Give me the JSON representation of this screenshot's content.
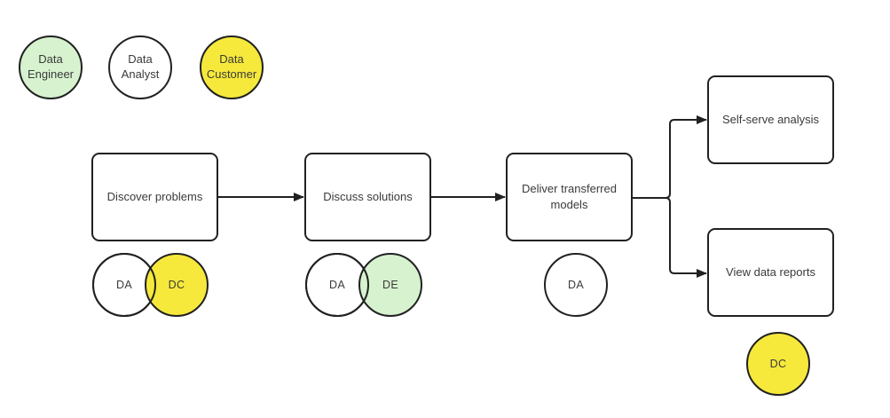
{
  "legend": {
    "engineer": "Data Engineer",
    "analyst": "Data Analyst",
    "customer": "Data Customer"
  },
  "flow": {
    "discover": "Discover problems",
    "discuss": "Discuss solutions",
    "deliver": "Deliver transferred models",
    "self_serve": "Self-serve analysis",
    "view_reports": "View data reports"
  },
  "roles": {
    "discover_analyst": "DA",
    "discover_customer": "DC",
    "discuss_analyst": "DA",
    "discuss_engineer": "DE",
    "deliver_analyst": "DA",
    "view_reports_customer": "DC"
  },
  "colors": {
    "engineer_green": "#d7f2cf",
    "analyst_white": "#ffffff",
    "customer_yellow": "#f6e93b",
    "stroke": "#212121",
    "text": "#3a3a3a"
  }
}
